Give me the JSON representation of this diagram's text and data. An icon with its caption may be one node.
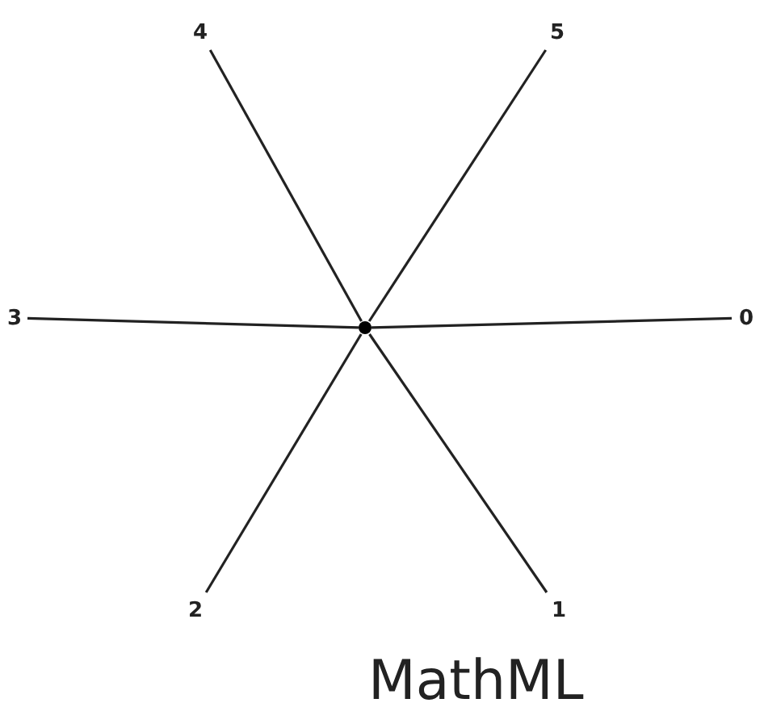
{
  "diagram": {
    "nodes": [
      {
        "text": [],
        "shape": "circle"
      },
      {
        "text": [
          "4"
        ]
      },
      {
        "text": [
          "5"
        ]
      },
      {
        "text": [
          "3"
        ]
      },
      {
        "text": [
          "0"
        ]
      },
      {
        "text": [
          "2"
        ]
      },
      {
        "text": [
          "1"
        ]
      }
    ],
    "edges": [
      {
        "from": 0,
        "to": 1,
        "arrow": "none"
      },
      {
        "from": 0,
        "to": 2,
        "arrow": "none"
      },
      {
        "from": 0,
        "to": 3,
        "arrow": "none"
      },
      {
        "from": 0,
        "to": 4,
        "arrow": "none"
      },
      {
        "from": 0,
        "to": 5,
        "arrow": "none"
      },
      {
        "from": 0,
        "to": 6,
        "arrow": "none"
      }
    ],
    "labels": [
      "MathML"
    ]
  }
}
